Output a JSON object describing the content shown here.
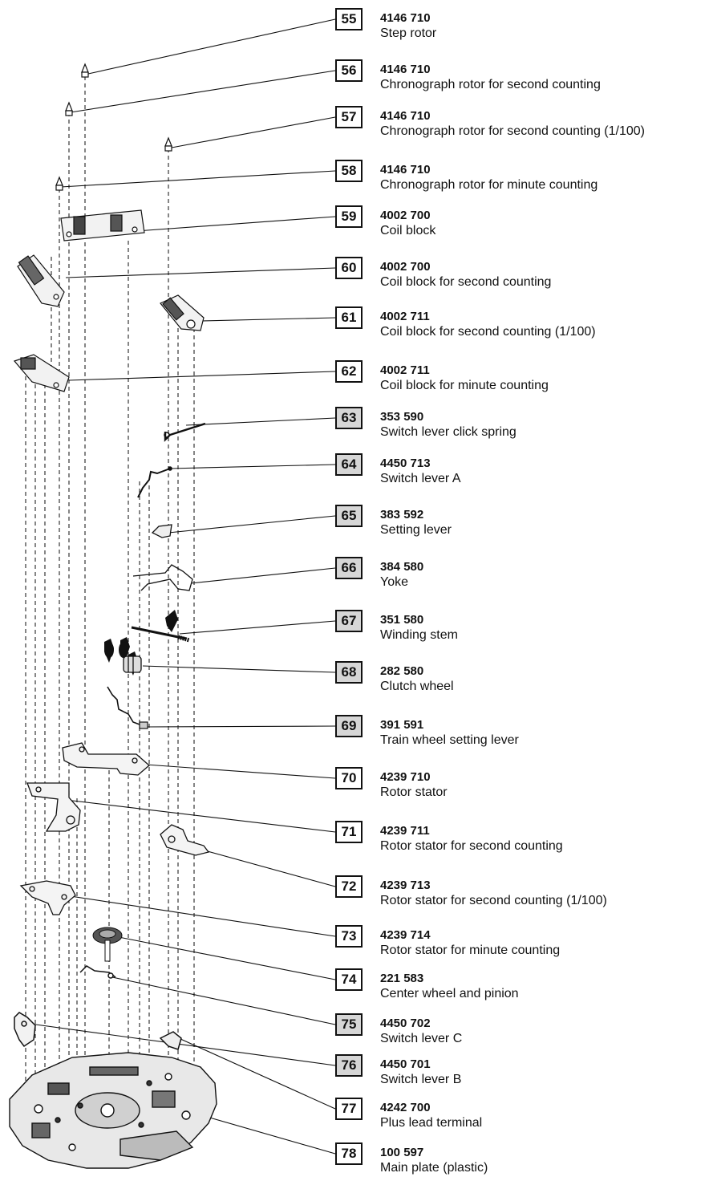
{
  "parts": [
    {
      "number": "55",
      "code": "4146 710",
      "name": "Step rotor"
    },
    {
      "number": "56",
      "code": "4146 710",
      "name": "Chronograph rotor for second counting"
    },
    {
      "number": "57",
      "code": "4146 710",
      "name": "Chronograph rotor for second counting (1/100)"
    },
    {
      "number": "58",
      "code": "4146 710",
      "name": "Chronograph rotor for minute counting"
    },
    {
      "number": "59",
      "code": "4002 700",
      "name": "Coil block"
    },
    {
      "number": "60",
      "code": "4002 700",
      "name": "Coil block for second counting"
    },
    {
      "number": "61",
      "code": "4002 711",
      "name": "Coil block for second counting (1/100)"
    },
    {
      "number": "62",
      "code": "4002 711",
      "name": "Coil block for minute counting"
    },
    {
      "number": "63",
      "code": "353 590",
      "name": "Switch lever click spring"
    },
    {
      "number": "64",
      "code": "4450 713",
      "name": "Switch lever A"
    },
    {
      "number": "65",
      "code": "383 592",
      "name": "Setting lever"
    },
    {
      "number": "66",
      "code": "384 580",
      "name": "Yoke"
    },
    {
      "number": "67",
      "code": "351 580",
      "name": "Winding stem"
    },
    {
      "number": "68",
      "code": "282 580",
      "name": "Clutch wheel"
    },
    {
      "number": "69",
      "code": "391 591",
      "name": "Train wheel setting lever"
    },
    {
      "number": "70",
      "code": "4239 710",
      "name": "Rotor stator"
    },
    {
      "number": "71",
      "code": "4239 711",
      "name": "Rotor stator for second counting"
    },
    {
      "number": "72",
      "code": "4239 713",
      "name": "Rotor stator for second counting (1/100)"
    },
    {
      "number": "73",
      "code": "4239 714",
      "name": "Rotor stator for minute counting"
    },
    {
      "number": "74",
      "code": "221 583",
      "name": "Center wheel and pinion"
    },
    {
      "number": "75",
      "code": "4450 702",
      "name": "Switch lever C"
    },
    {
      "number": "76",
      "code": "4450 701",
      "name": "Switch lever B"
    },
    {
      "number": "77",
      "code": "4242 700",
      "name": "Plus lead terminal"
    },
    {
      "number": "78",
      "code": "100 597",
      "name": "Main plate (plastic)"
    }
  ],
  "colors": {
    "ink": "#111111",
    "shaded_box": "#d6d6d6",
    "background": "#ffffff"
  }
}
